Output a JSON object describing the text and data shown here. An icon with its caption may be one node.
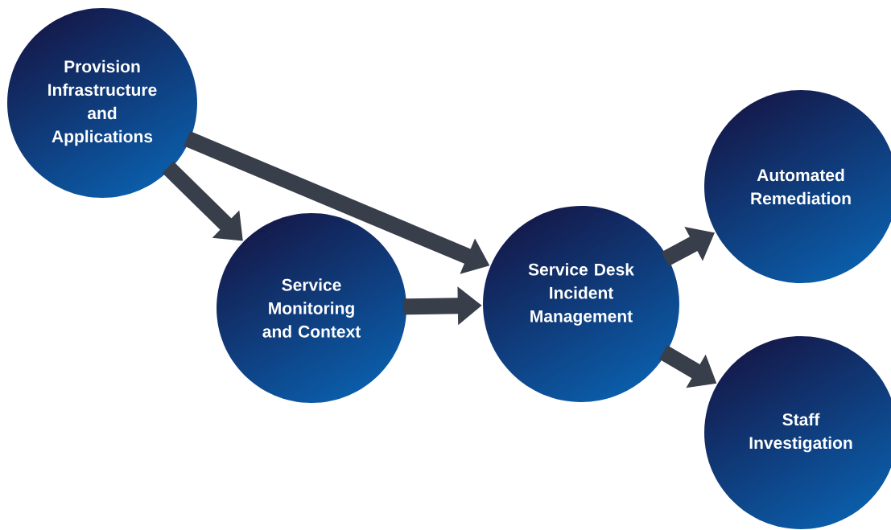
{
  "diagram": {
    "nodes": [
      {
        "text": [
          "Provision Infrastructure and Applications"
        ]
      },
      {
        "text": [
          "Service Monitoring and Context"
        ]
      },
      {
        "text": [
          "Service Desk Incident Management"
        ]
      },
      {
        "text": [
          "Automated Remediation"
        ]
      },
      {
        "text": [
          "Staff Investigation"
        ]
      }
    ],
    "edges": [
      {
        "from": 0,
        "to": 1,
        "arrow": "to"
      },
      {
        "from": 0,
        "to": 2,
        "arrow": "to"
      },
      {
        "from": 1,
        "to": 2,
        "arrow": "to"
      },
      {
        "from": 2,
        "to": 3,
        "arrow": "to"
      },
      {
        "from": 2,
        "to": 4,
        "arrow": "to"
      }
    ]
  }
}
